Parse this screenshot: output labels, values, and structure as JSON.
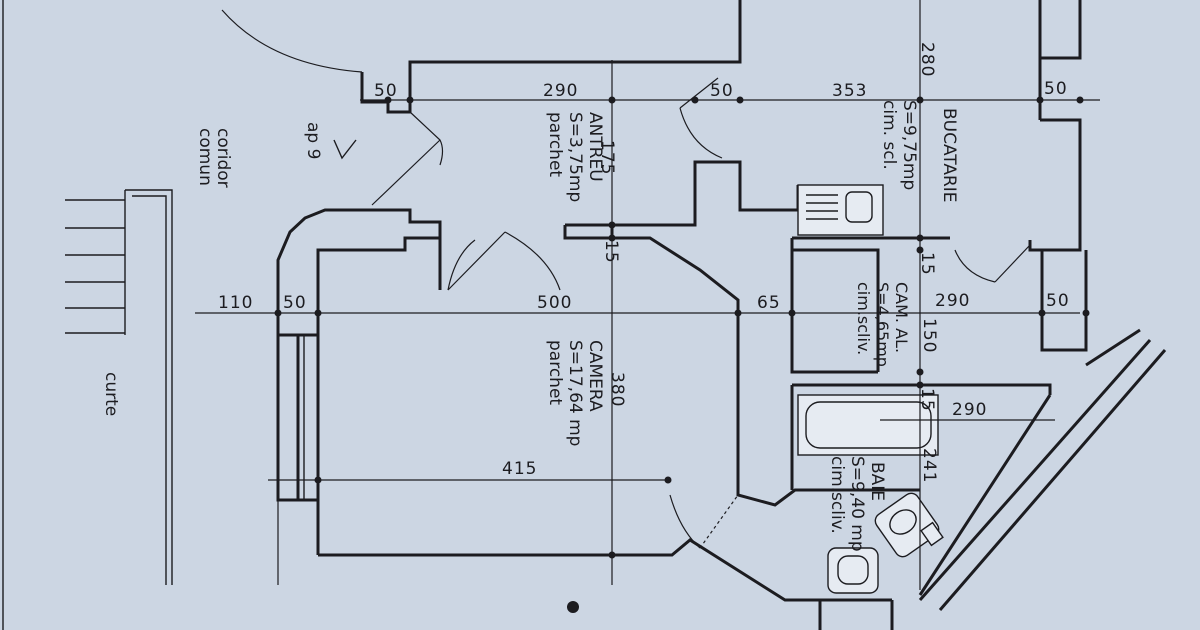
{
  "rooms": {
    "antreu": {
      "name": "ANTREU",
      "area": "S=3,75mp",
      "floor": "parchet"
    },
    "bucatarie": {
      "name": "BUCATARIE",
      "area": "S=9,75mp",
      "floor": "cim. scl."
    },
    "camera": {
      "name": "CAMERA",
      "area": "S=17,64 mp",
      "floor": "parchet"
    },
    "camara": {
      "name": "CAM. AL.",
      "area": "S=4,65mp",
      "floor": "cim.scliv."
    },
    "baie": {
      "name": "BAIE",
      "area": "S=9,40 mp",
      "floor": "cim.scliv."
    }
  },
  "labels": {
    "coridor_line1": "coridor",
    "coridor_line2": "comun",
    "curte": "curte",
    "ap": "ap 9"
  },
  "dims": {
    "d50_left": "50",
    "d290_antreu": "290",
    "d50_mid": "50",
    "d353": "353",
    "d50_right_top": "50",
    "d280": "280",
    "d175": "175",
    "d15_a": "15",
    "d15_b": "15",
    "d110": "110",
    "d50_lower": "50",
    "d500": "500",
    "d65": "65",
    "d290_camara": "290",
    "d50_right_mid": "50",
    "d150": "150",
    "d380": "380",
    "d15_c": "15",
    "d290_baie": "290",
    "d415": "415",
    "d241": "241"
  }
}
